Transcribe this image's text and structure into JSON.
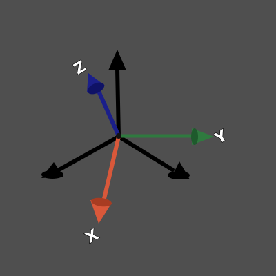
{
  "viewport": {
    "background_color": "#4f4f4f"
  },
  "gizmo": {
    "axes": [
      {
        "id": "x",
        "label": "X",
        "color": "#d9583a",
        "shade": "#a83c22"
      },
      {
        "id": "y",
        "label": "Y",
        "color": "#2f7a3f",
        "shade": "#1e5a2c"
      },
      {
        "id": "z",
        "label": "Z",
        "color": "#1b1f8a",
        "shade": "#0f1266"
      }
    ],
    "helper_axes_color": "#000000"
  }
}
